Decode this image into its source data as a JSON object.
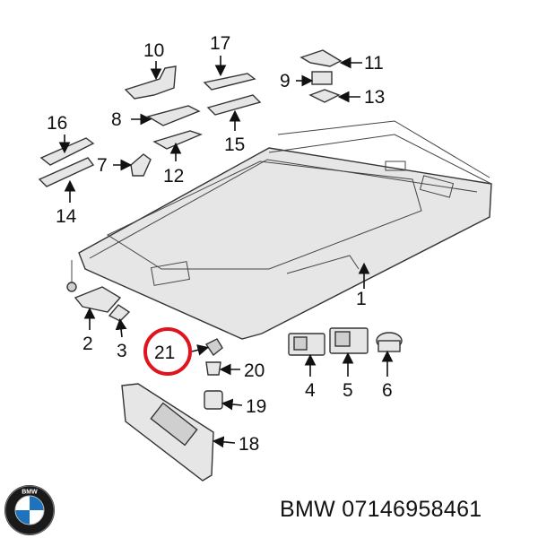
{
  "callouts": [
    {
      "id": "1",
      "label": "1"
    },
    {
      "id": "2",
      "label": "2"
    },
    {
      "id": "3",
      "label": "3"
    },
    {
      "id": "4",
      "label": "4"
    },
    {
      "id": "5",
      "label": "5"
    },
    {
      "id": "6",
      "label": "6"
    },
    {
      "id": "7",
      "label": "7"
    },
    {
      "id": "8",
      "label": "8"
    },
    {
      "id": "9",
      "label": "9"
    },
    {
      "id": "10",
      "label": "10"
    },
    {
      "id": "11",
      "label": "11"
    },
    {
      "id": "12",
      "label": "12"
    },
    {
      "id": "13",
      "label": "13"
    },
    {
      "id": "14",
      "label": "14"
    },
    {
      "id": "15",
      "label": "15"
    },
    {
      "id": "16",
      "label": "16"
    },
    {
      "id": "17",
      "label": "17"
    },
    {
      "id": "18",
      "label": "18"
    },
    {
      "id": "19",
      "label": "19"
    },
    {
      "id": "20",
      "label": "20"
    },
    {
      "id": "21",
      "label": "21",
      "highlighted": true
    }
  ],
  "highlight_color": "#e0141e",
  "logo": {
    "name": "bmw-logo-icon",
    "text": "BMW"
  },
  "caption": "BMW 07146958461"
}
